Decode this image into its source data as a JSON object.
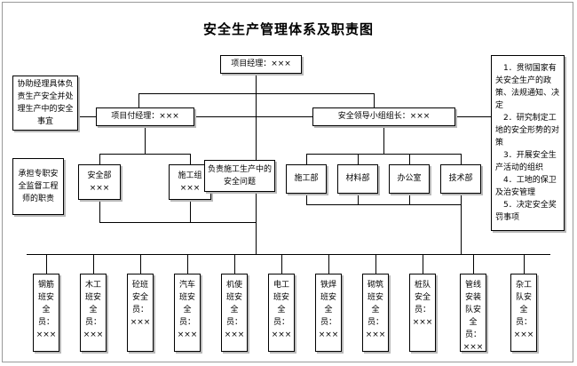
{
  "title": "安全生产管理体系及职责图",
  "nodes": {
    "project_manager": "项目经理：×××",
    "deputy_manager": "项目付经理：×××",
    "safety_group_leader": "安全领导小组组长：×××",
    "assist_manager_note": "协助经理具体负责生产安全并处理生产中的安全事宜",
    "safety_engineer_note": "承担专职安全监督工程师的职责",
    "construction_safety_note": "负责施工生产中的安全问题",
    "safety_dept": "安全部\n×××",
    "construction_team": "施工组\n×××"
  },
  "departments": [
    {
      "label": "施工部"
    },
    {
      "label": "材料部"
    },
    {
      "label": "办公室"
    },
    {
      "label": "技术部"
    }
  ],
  "responsibilities": {
    "items": [
      "1．贯彻国家有关安全生产的政策、法规通知、决定",
      "2．研究制定工地的安全形势的对策",
      "3．开展安全生产活动的组织",
      "4．工地的保卫及治安管理",
      "5．决定安全奖罚事项"
    ]
  },
  "teams": [
    {
      "label": "钢筋班安全员：×××"
    },
    {
      "label": "木工班安全员：×××"
    },
    {
      "label": "砼班安全员：×××"
    },
    {
      "label": "汽车班安全员：×××"
    },
    {
      "label": "机使班安全员：×××"
    },
    {
      "label": "电工班安全员：×××"
    },
    {
      "label": "铁焊班安全员：×××"
    },
    {
      "label": "砌筑班安全员：×××"
    },
    {
      "label": "桩队安全员：×××"
    },
    {
      "label": "管线安装队安全员：×××"
    },
    {
      "label": "杂工队安全员：×××"
    }
  ],
  "colors": {
    "line": "#000000",
    "border": "#9a9a9a",
    "shadow": "#b9b9b9",
    "text": "#000000"
  }
}
